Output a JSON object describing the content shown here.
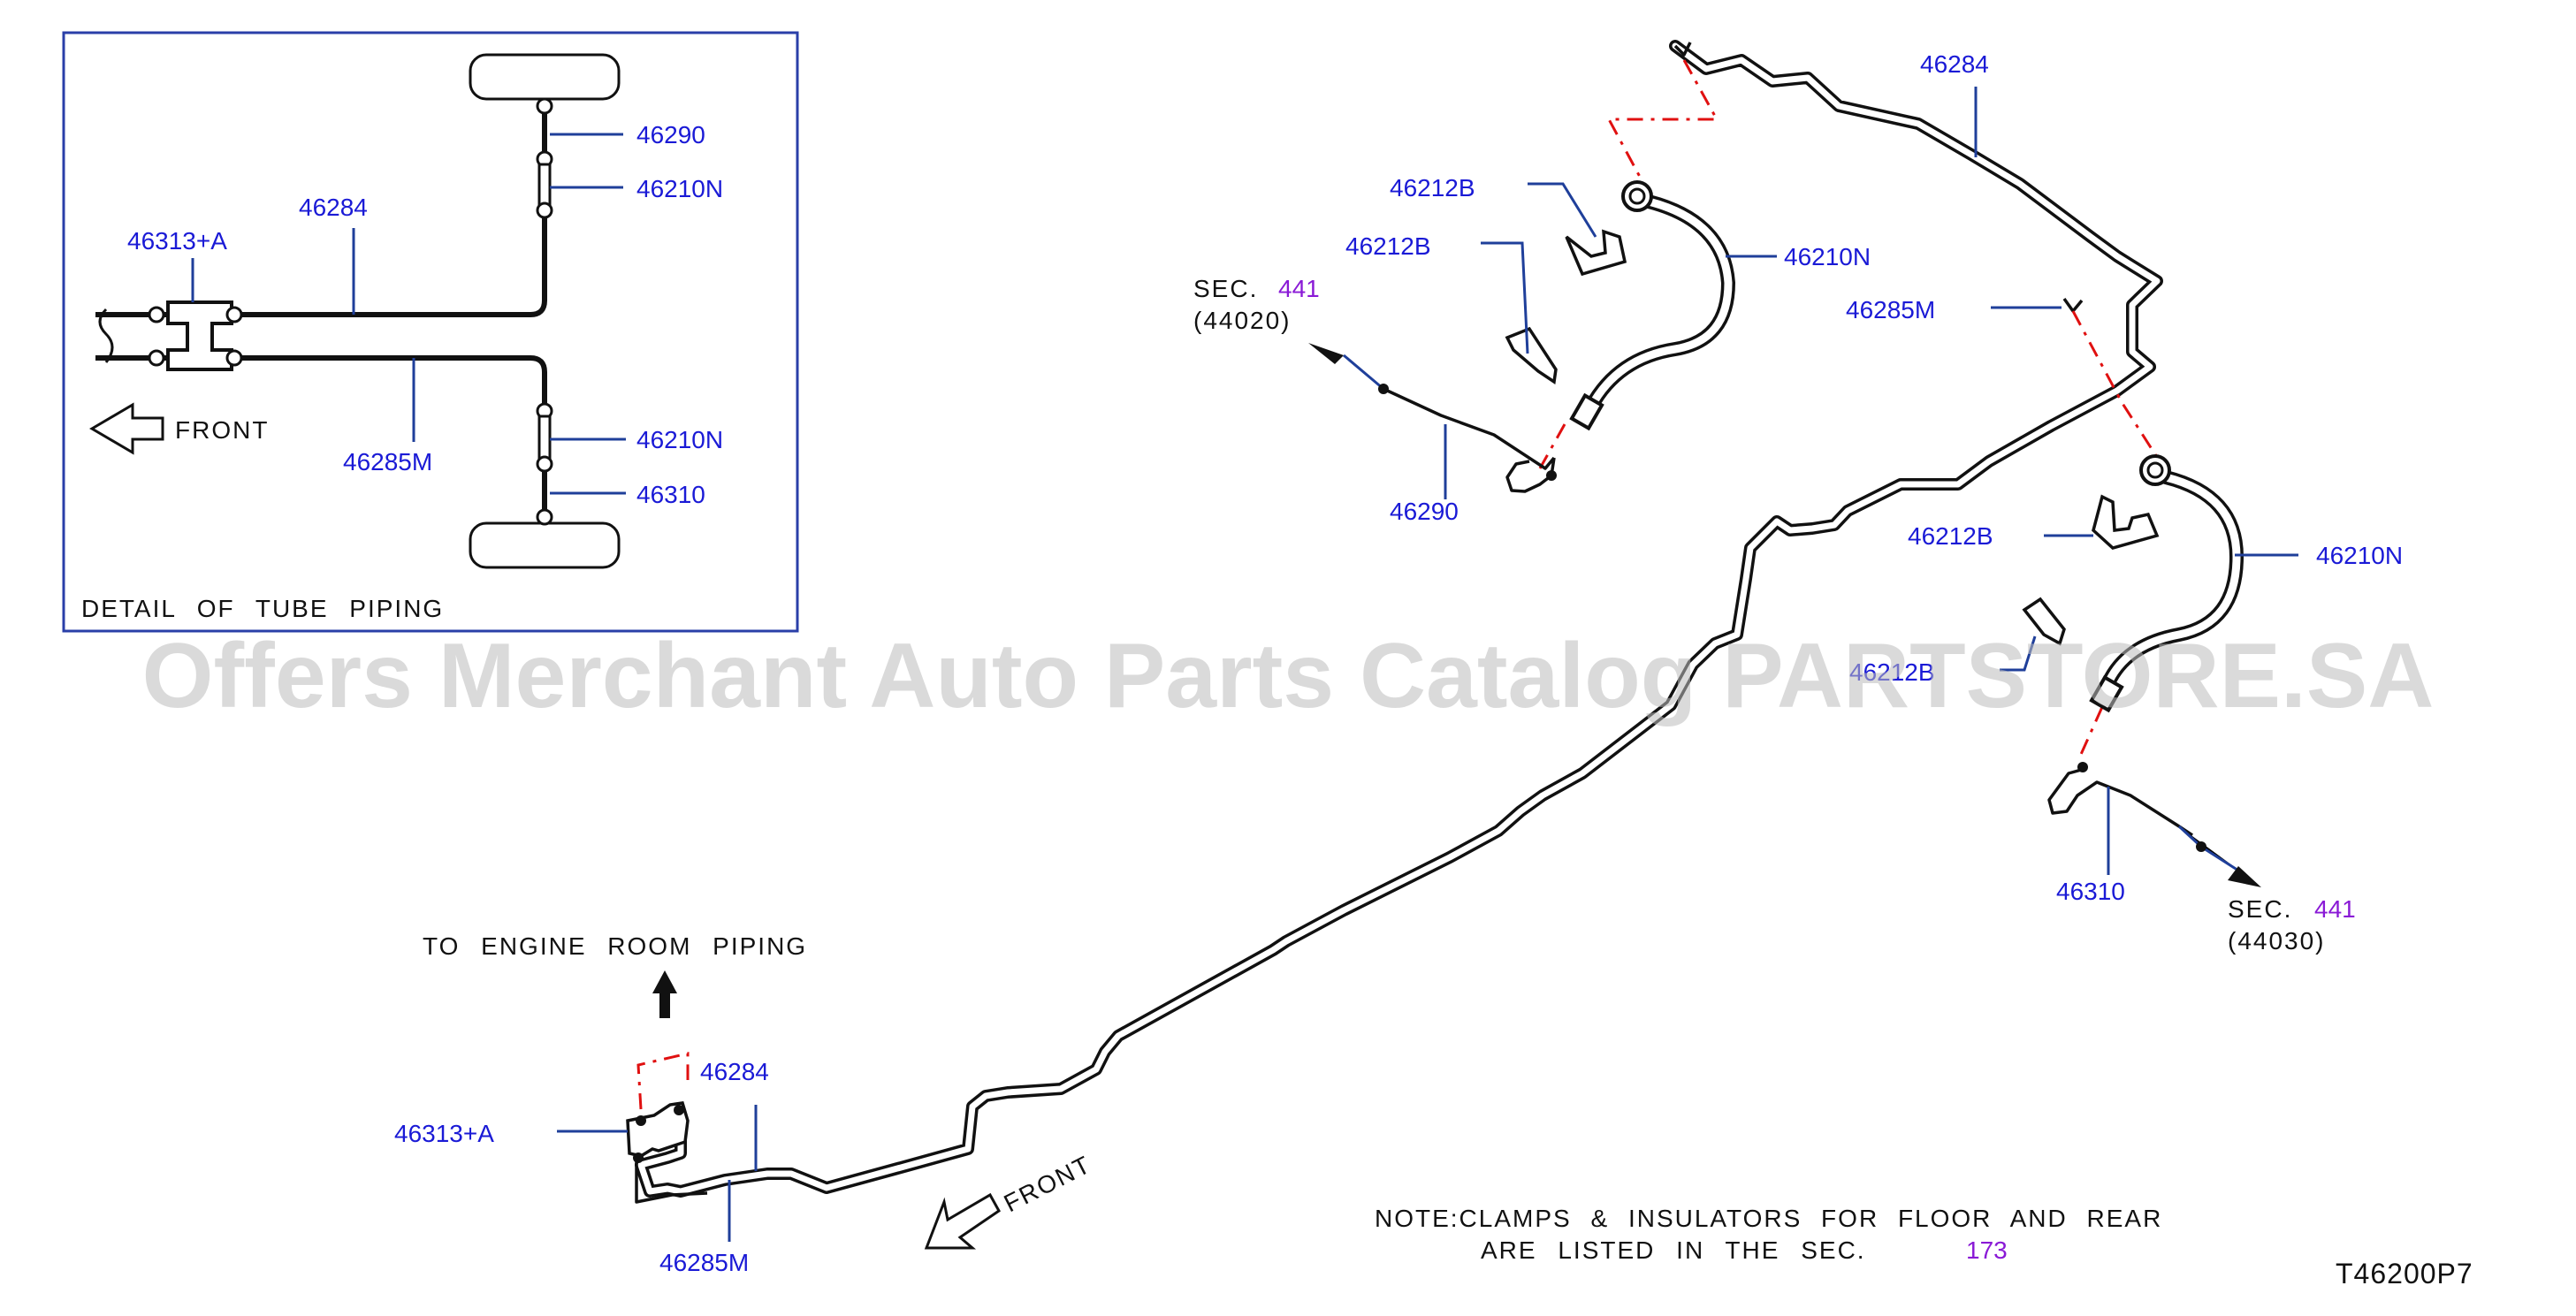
{
  "detail": {
    "title": "DETAIL OF TUBE PIPING",
    "front": "FRONT",
    "labels": {
      "a": "46290",
      "b": "46210N",
      "c": "46284",
      "d": "46313+A",
      "e": "46285M",
      "f": "46210N",
      "g": "46310"
    }
  },
  "main": {
    "labels": {
      "p46284_top": "46284",
      "p46212b_1": "46212B",
      "p46212b_2": "46212B",
      "p46210n_1": "46210N",
      "p46285m_top": "46285M",
      "p46290": "46290",
      "p46212b_3": "46212B",
      "p46210n_2": "46210N",
      "p46212b_4": "46212B",
      "p46310": "46310",
      "p46313a": "46313+A",
      "p46284_bot": "46284",
      "p46285m_bot": "46285M"
    },
    "sec_left": {
      "prefix": "SEC.",
      "num": "441",
      "code": "(44020)"
    },
    "sec_right": {
      "prefix": "SEC.",
      "num": "441",
      "code": "(44030)"
    },
    "engine_room": "TO ENGINE ROOM PIPING",
    "front": "FRONT",
    "note_line1": "NOTE:CLAMPS & INSULATORS FOR FLOOR AND REAR",
    "note_line2": "ARE LISTED IN THE SEC.",
    "note_sec": "173",
    "diagram_code": "T46200P7"
  },
  "watermark": "Offers Merchant Auto Parts Catalog PARTSTORE.SA"
}
